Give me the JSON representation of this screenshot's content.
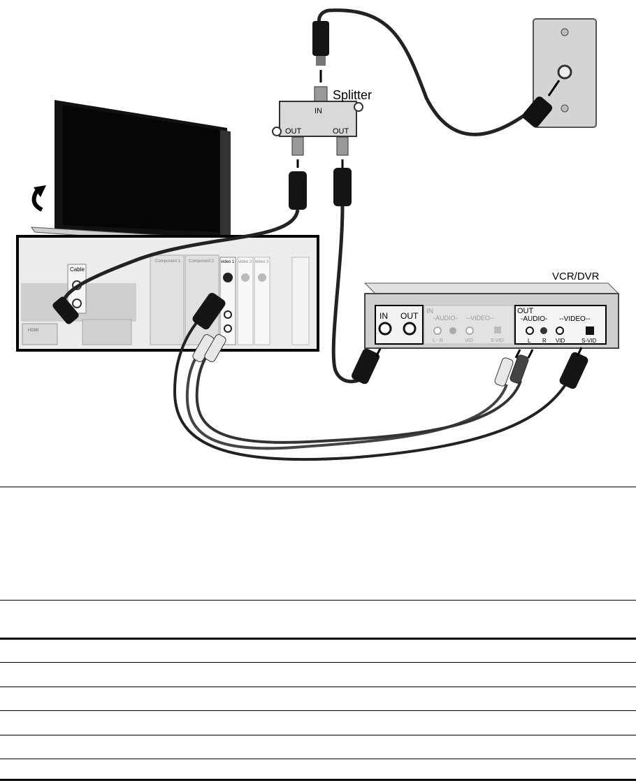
{
  "splitter": {
    "label": "Splitter",
    "in_label": "IN",
    "out_left": "OUT",
    "out_right": "OUT"
  },
  "panel": {
    "cable": "Cable",
    "component1": "Component 1",
    "component2": "Component 2",
    "video1": "video 1",
    "video2": "video 2",
    "video3": "video 3",
    "hdmi": "HDMI"
  },
  "vcr": {
    "title": "VCR/DVR",
    "rf_in": "IN",
    "rf_out": "OUT",
    "in_group": "IN",
    "in_audio": "-AUDIO-",
    "in_video": "--VIDEO--",
    "in_lr": "L  -  R",
    "in_vid": "VID",
    "in_svid": "S-VID",
    "out_group": "OUT",
    "out_audio": "-AUDIO-",
    "out_video": "--VIDEO--",
    "out_l": "L",
    "out_r": "R",
    "out_vid": "VID",
    "out_svid": "S-VID"
  },
  "colors": {
    "line": "#000000",
    "cable": "#2a2a2a",
    "panel_bg": "#e6e6e6",
    "vcr_bg": "#cfcfcf"
  }
}
